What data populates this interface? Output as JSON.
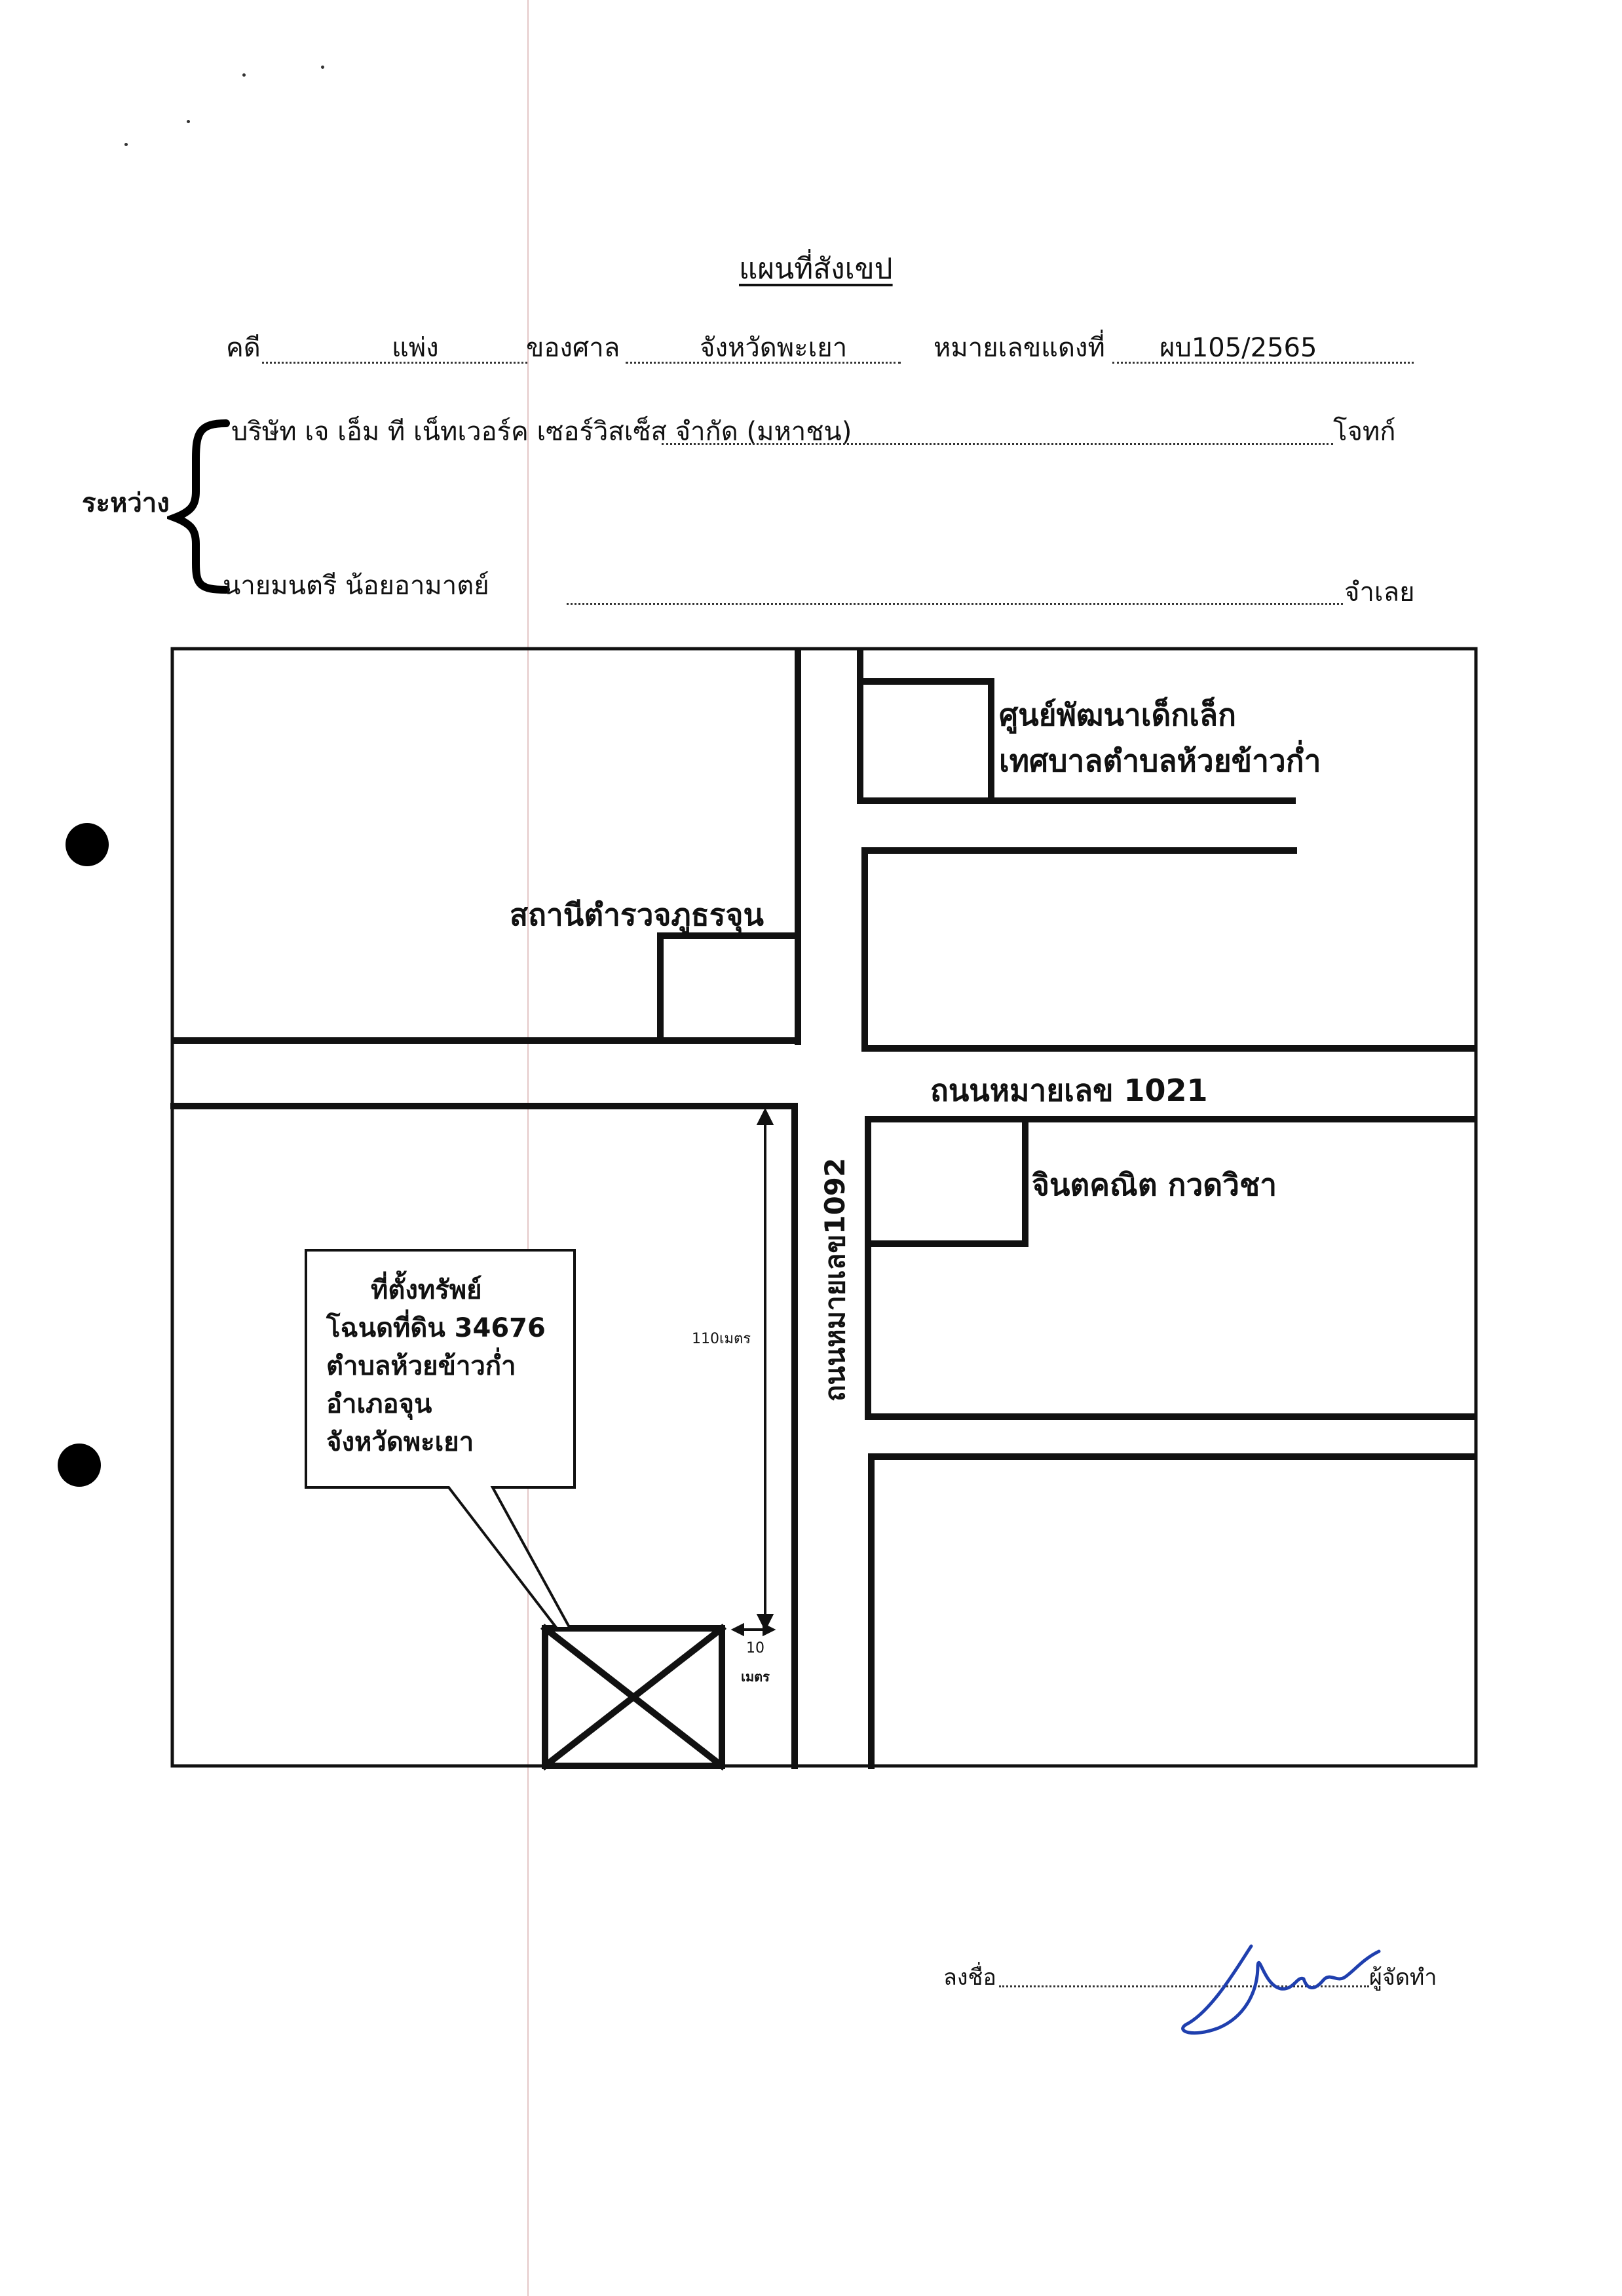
{
  "document": {
    "title": "แผนที่สังเขป",
    "case_row": {
      "case_label": "คดี",
      "case_type": "แพ่ง",
      "court_label": "ของศาล",
      "court_name": "จังหวัดพะเยา",
      "red_no_label": "หมายเลขแดงที่",
      "red_no_value": "ผบ105/2565"
    },
    "parties": {
      "between_label": "ระหว่าง",
      "plaintiff_name": "บริษัท เจ เอ็ม ที เน็ทเวอร์ค เซอร์วิสเซ็ส จำกัด (มหาชน)",
      "plaintiff_role": "โจทก์",
      "defendant_name": "นายมนตรี น้อยอามาตย์",
      "defendant_role": "จำเลย"
    },
    "map": {
      "childcare_line1": "ศูนย์พัฒนาเด็กเล็ก",
      "childcare_line2": "เทศบาลตำบลห้วยข้าวก่ำ",
      "police_station": "สถานีตำรวจภูธรจุน",
      "road_horizontal": "ถนนหมายเลข 1021",
      "road_vertical": "ถนนหมายเลข1092",
      "house_owner": "จินตคณิต กวดวิชา",
      "distance_vertical": "110เมตร",
      "distance_horizontal_value": "10",
      "distance_horizontal_unit": "เมตร",
      "property_callout": {
        "line1": "ที่ตั้งทรัพย์",
        "line2": "โฉนดที่ดิน 34676",
        "line3": "ตำบลห้วยข้าวก่ำ",
        "line4": "อำเภอจุน",
        "line5": "จังหวัดพะเยา"
      }
    },
    "signature": {
      "sign_label": "ลงชื่อ",
      "role_label": "ผู้จัดทำ",
      "ink_color": "#1f3fae"
    }
  }
}
